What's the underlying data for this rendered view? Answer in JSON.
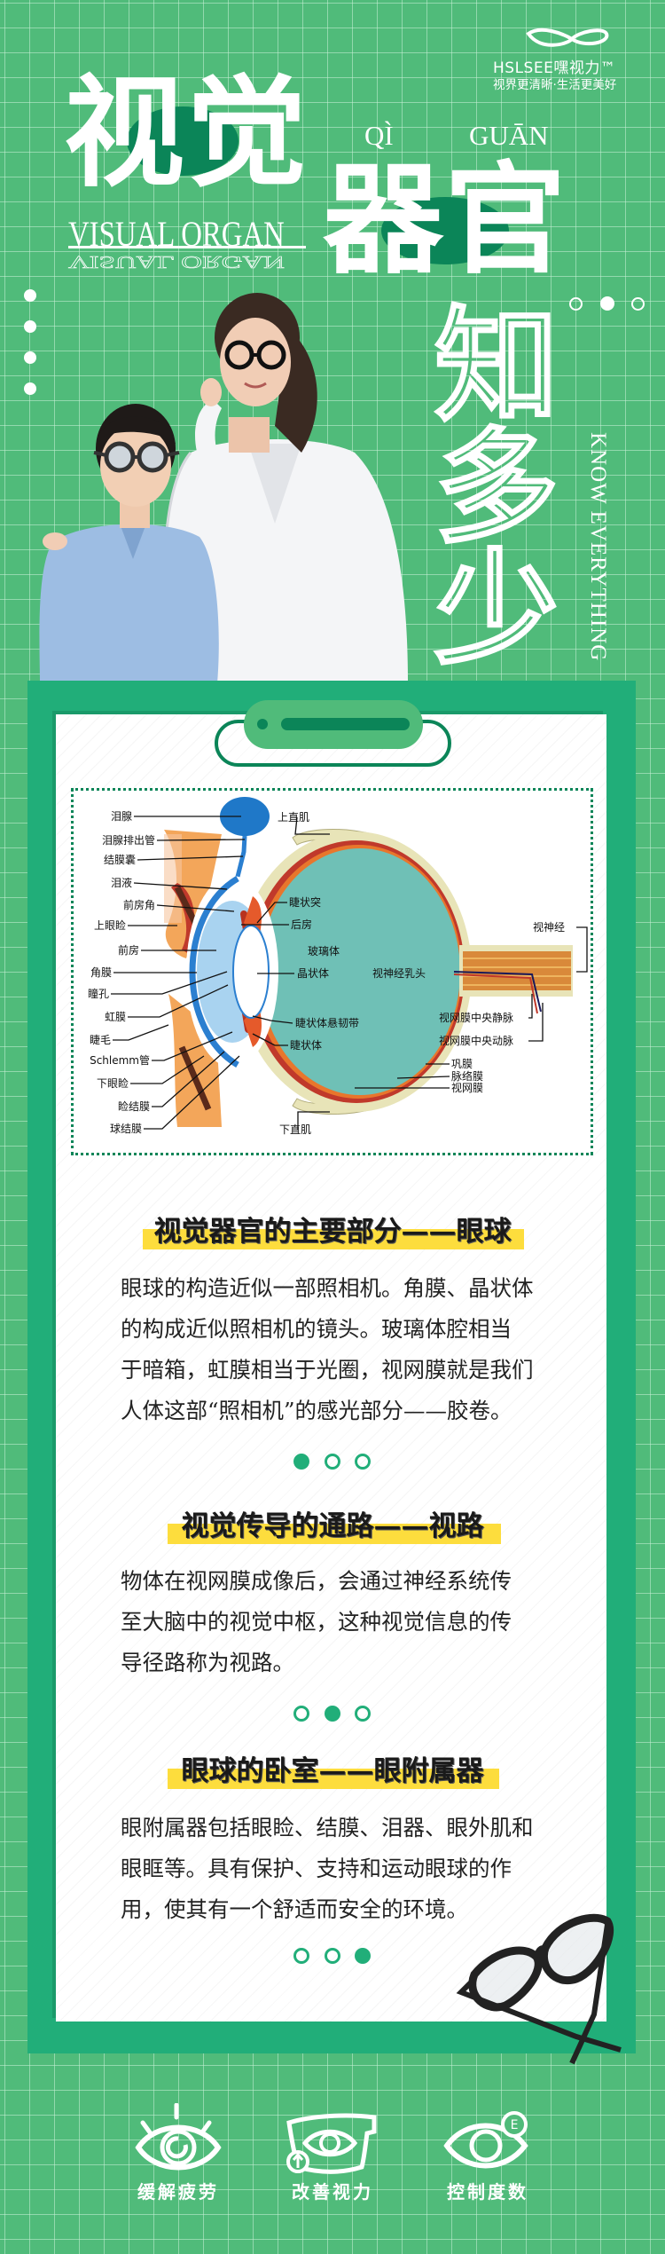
{
  "brand": {
    "name": "HSLSEE嘿视力™",
    "slogan": "视界更清晰·生活更美好",
    "logo_icon": "infinity-eye-icon"
  },
  "hero": {
    "title_line1": "视觉",
    "title_line2": "器官",
    "pinyin": [
      "QÌ",
      "GUĀN"
    ],
    "english": "VISUAL ORGAN",
    "subtitle_chars": [
      "知",
      "多",
      "少"
    ],
    "subtitle_english": "KNOW EVERYTHING"
  },
  "diagram": {
    "labels_left": [
      "泪腺",
      "泪腺排出管",
      "结膜囊",
      "泪液",
      "前房角",
      "上眼睑",
      "前房",
      "角膜",
      "瞳孔",
      "虹膜",
      "睫毛",
      "Schlemm管",
      "下眼睑",
      "睑结膜",
      "球结膜"
    ],
    "labels_center": [
      "上直肌",
      "睫状突",
      "后房",
      "玻璃体",
      "晶状体",
      "视神经乳头",
      "睫状体悬韧带",
      "睫状体",
      "下直肌"
    ],
    "labels_right": [
      "视神经",
      "视网膜中央静脉",
      "视网膜中央动脉",
      "巩膜",
      "脉络膜",
      "视网膜"
    ]
  },
  "sections": [
    {
      "title": "视觉器官的主要部分——眼球",
      "lines": [
        "眼球的构造近似一部照相机。角膜、晶状体",
        "的构成近似照相机的镜头。玻璃体腔相当",
        "于暗箱，虹膜相当于光圈，视网膜就是我们",
        "人体这部“照相机”的感光部分——胶卷。"
      ],
      "active_dot": 1
    },
    {
      "title": "视觉传导的通路——视路",
      "lines": [
        "物体在视网膜成像后，会通过神经系统传",
        "至大脑中的视觉中枢，这种视觉信息的传",
        "导径路称为视路。"
      ],
      "active_dot": 2
    },
    {
      "title": "眼球的卧室——眼附属器",
      "lines": [
        "眼附属器包括眼睑、结膜、泪器、眼外肌和",
        "眼眶等。具有保护、支持和运动眼球的作",
        "用，使其有一个舒适而安全的环境。"
      ],
      "active_dot": 3
    }
  ],
  "features": [
    {
      "label": "缓解疲劳",
      "icon": "eye-relief-icon"
    },
    {
      "label": "改善视力",
      "icon": "eye-glasses-improve-icon"
    },
    {
      "label": "控制度数",
      "icon": "eye-chart-e-icon"
    }
  ],
  "colors": {
    "background": "#50bb7a",
    "panel": "#21ae79",
    "dark_green": "#0b8558",
    "highlight": "#fddd3d",
    "text": "#222222"
  }
}
